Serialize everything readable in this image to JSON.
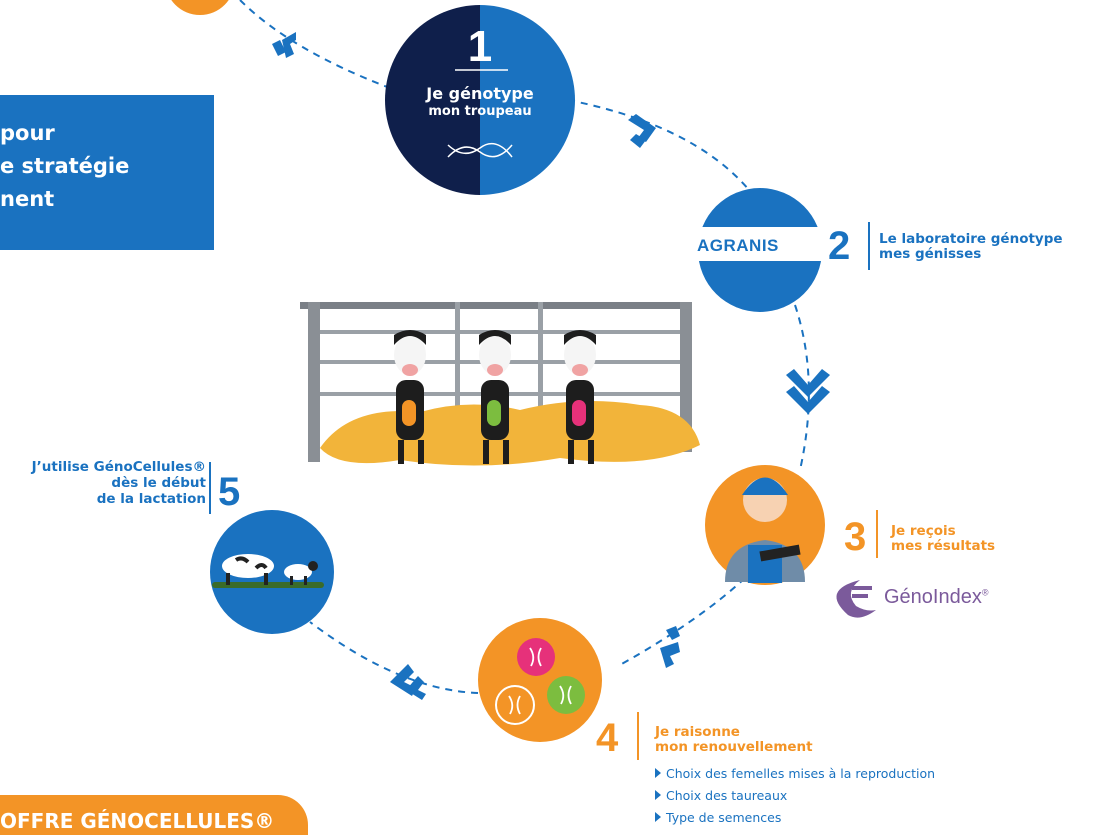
{
  "banner": {
    "line1": "pour",
    "line2": "e stratégie",
    "line3": "nent"
  },
  "steps": {
    "step1": {
      "number": "1",
      "title": "Je génotype",
      "subtitle": "mon troupeau"
    },
    "step2": {
      "number": "2",
      "line1": "Le laboratoire génotype",
      "line2": "mes génisses",
      "logo_text": "AGRANIS"
    },
    "step3": {
      "number": "3",
      "line1": "Je reçois",
      "line2": "mes résultats",
      "logo_text": "GénoIndex",
      "logo_mark": "®"
    },
    "step4": {
      "number": "4",
      "line1": "Je raisonne",
      "line2": "mon renouvellement",
      "bullets": [
        "Choix des femelles mises à la reproduction",
        "Choix des taureaux",
        "Type de semences"
      ]
    },
    "step5": {
      "number": "5",
      "line1": "J’utilise GénoCellules®",
      "line2": "dès le début",
      "line3": "de la lactation"
    }
  },
  "offer_banner": {
    "label": "OFFRE GÉNOCELLULES®"
  },
  "icons": [
    "dna-icon",
    "farmer-icon",
    "cows-icon",
    "calves-icon",
    "chevron-arrow-icon"
  ],
  "colors": {
    "blue": "#1a72c0",
    "navy": "#0f1f4b",
    "orange": "#f39426",
    "purple": "#7b5a9b",
    "pink": "#e6317a",
    "green": "#7cbd3f"
  }
}
